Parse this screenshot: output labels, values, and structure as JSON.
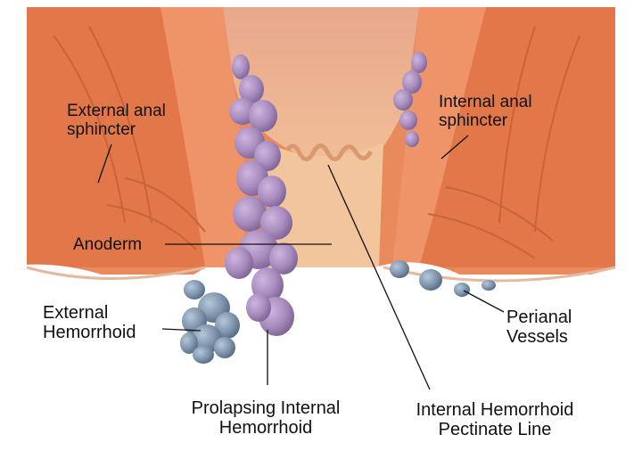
{
  "labels": {
    "external_anal_sphincter": "External anal\nsphincter",
    "internal_anal_sphincter": "Internal anal\nsphincter",
    "anoderm": "Anoderm",
    "external_hemorrhoid": "External\nHemorrhoid",
    "perianal_vessels": "Perianal\nVessels",
    "prolapsing_internal_hemorrhoid": "Prolapsing Internal\nHemorrhoid",
    "internal_hemorrhoid_pectinate_line": "Internal Hemorrhoid\nPectinate Line"
  },
  "colors": {
    "muscle": "#e98a5c",
    "muscle_dark": "#c9633a",
    "mucosa": "#f3c59c",
    "canal": "#e8a98a",
    "hemorrhoid_internal": "#a88bbd",
    "hemorrhoid_external": "#7f95ad",
    "leader_line": "#111111"
  }
}
